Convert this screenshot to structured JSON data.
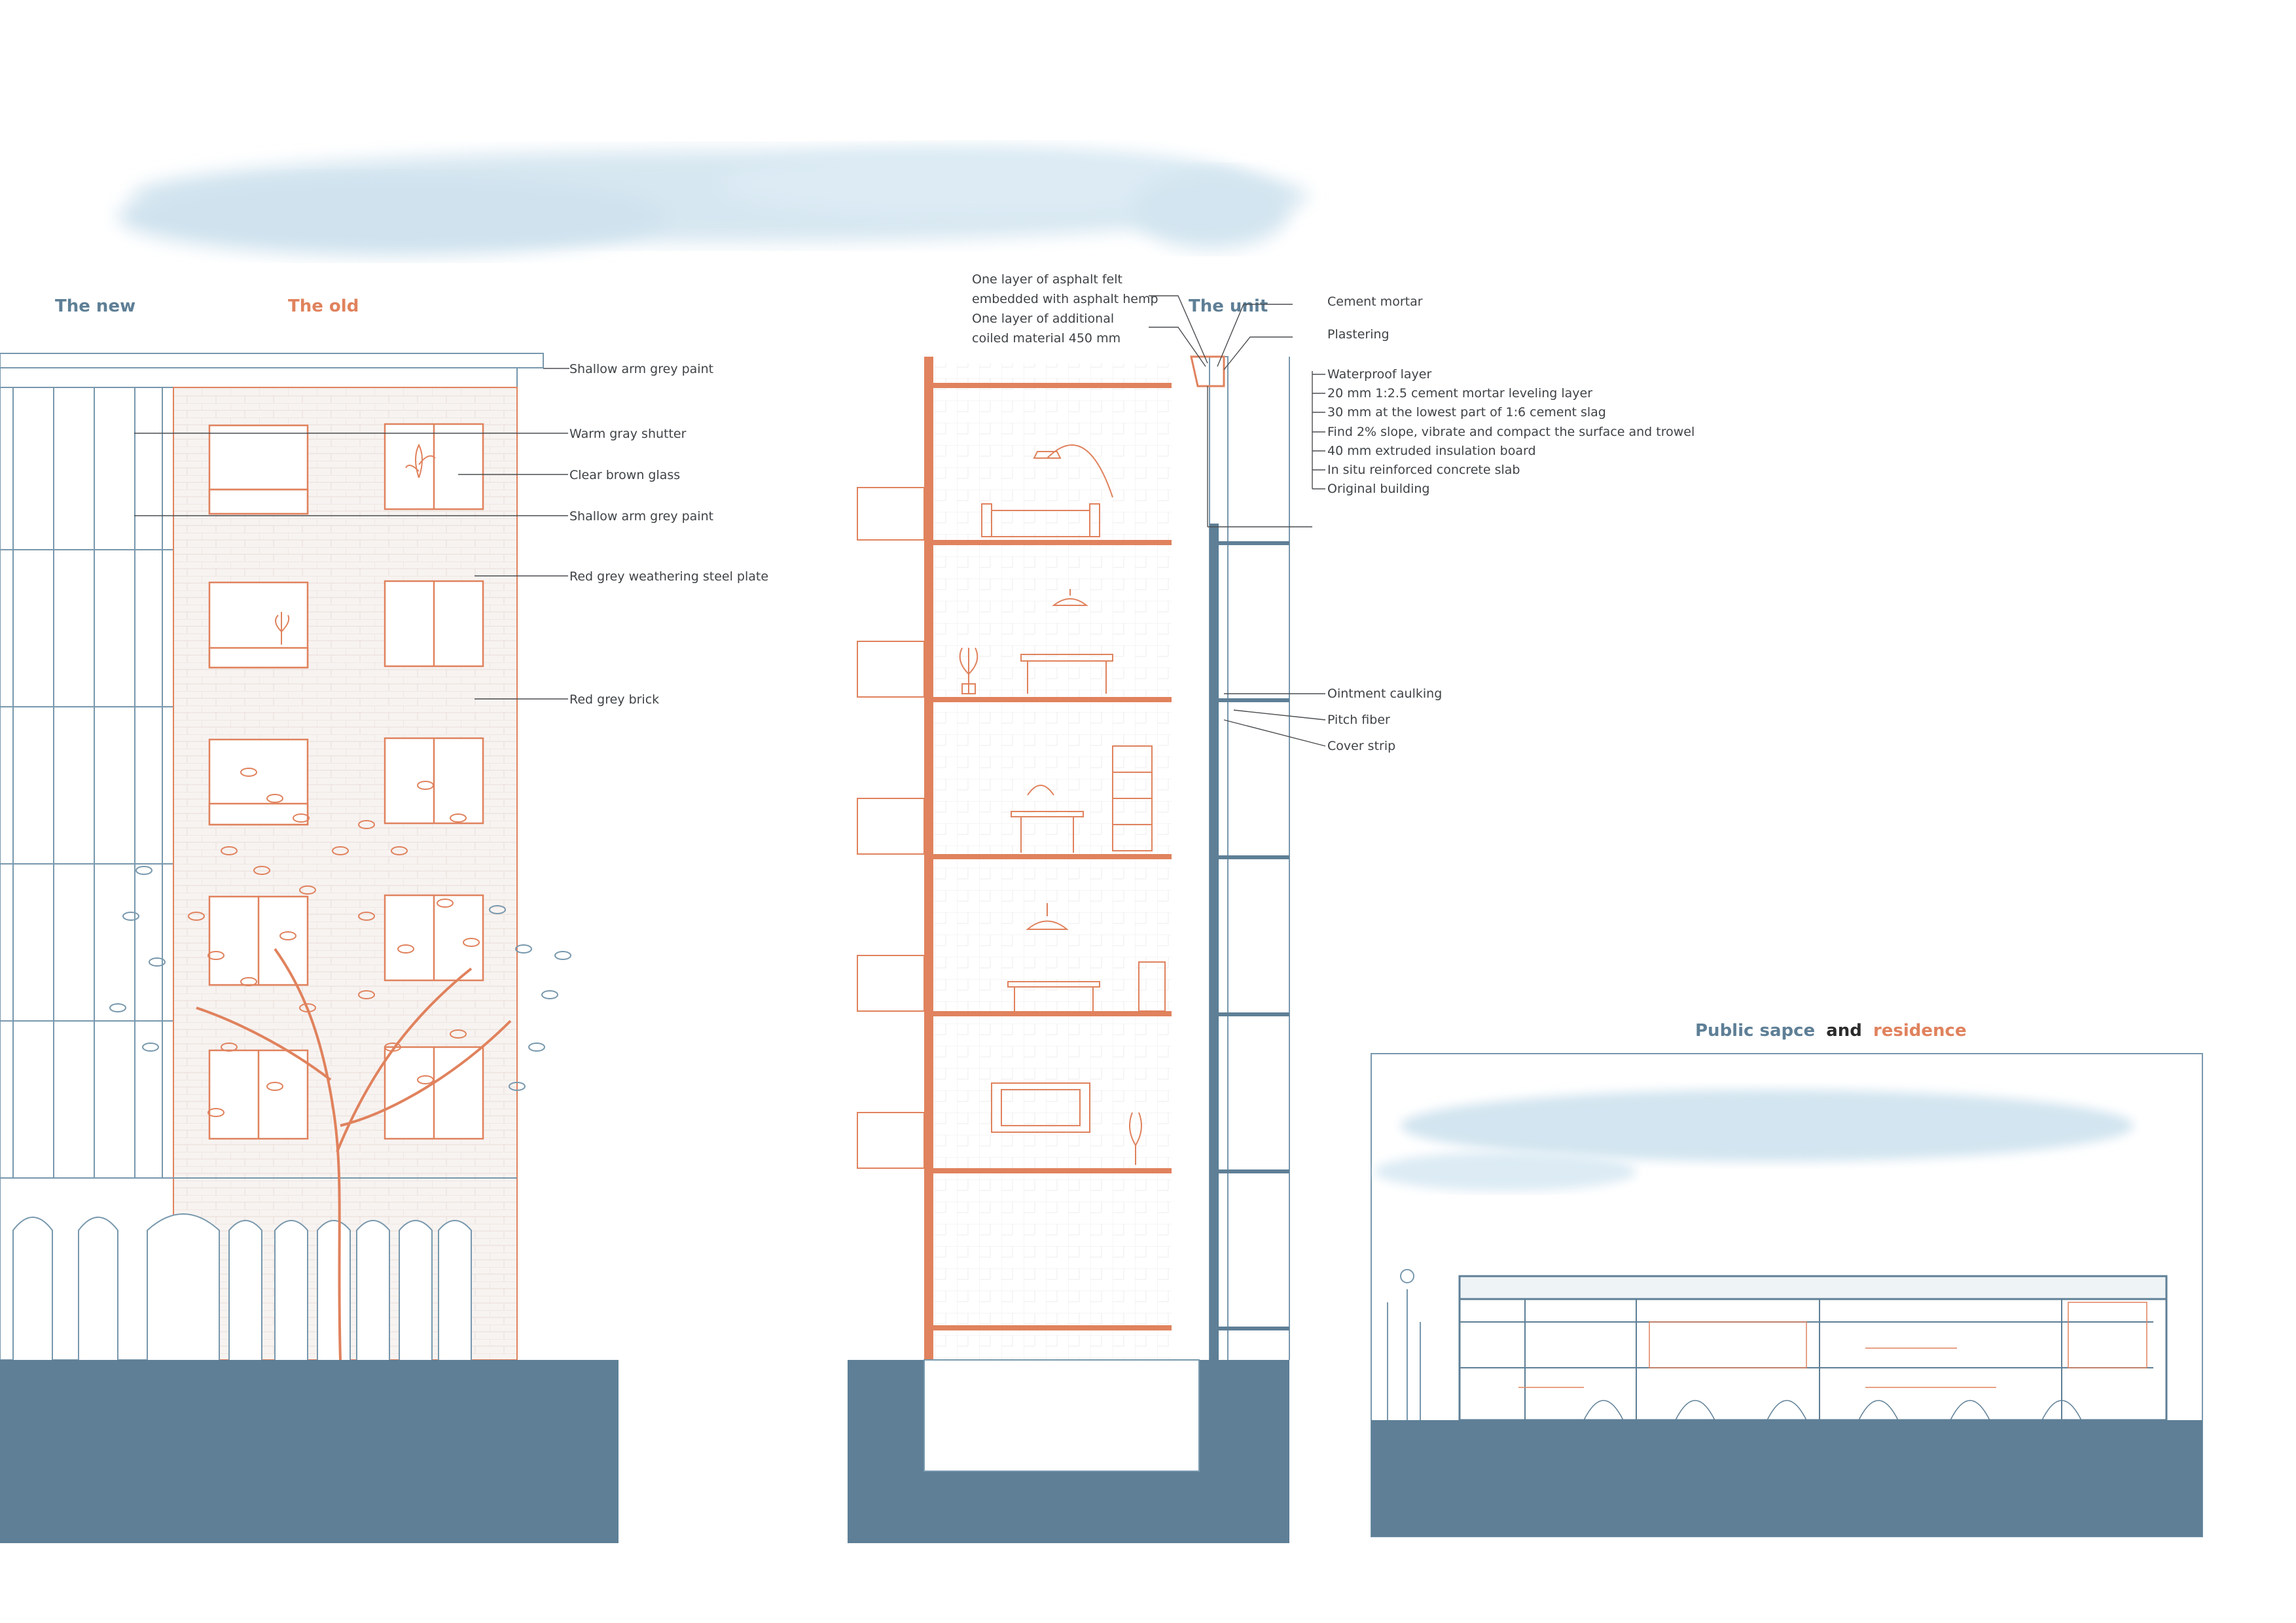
{
  "colors": {
    "blue": "#5e7f96",
    "orange": "#e0825d",
    "line_blue": "#7898ad",
    "sky": "#cfe2ee",
    "black": "#2b2b2b"
  },
  "headings": {
    "new": "The new",
    "old": "The old",
    "unit": "The unit",
    "public_part1": "Public sapce",
    "public_and": "and",
    "public_part2": "residence"
  },
  "elevation_labels": [
    "Shallow arm grey paint",
    "Warm gray shutter",
    "Clear brown glass",
    "Shallow arm grey paint",
    "Red grey weathering steel plate",
    "Red grey brick"
  ],
  "section_left_labels": [
    "One layer of asphalt felt",
    "embedded with asphalt hemp",
    "One layer of additional",
    "coiled material 450 mm"
  ],
  "roof_labels": [
    "Cement mortar",
    "Plastering"
  ],
  "roof_layers": [
    "Waterproof layer",
    "20 mm 1:2.5 cement mortar leveling layer",
    "30 mm at the lowest part of 1:6 cement slag",
    "Find 2% slope, vibrate and compact the surface and trowel",
    "40 mm extruded insulation board",
    "In situ reinforced concrete slab",
    "Original building"
  ],
  "joint_labels": [
    "Ointment caulking",
    "Pitch fiber",
    "Cover strip"
  ],
  "icons": [
    "potted-plant-icon",
    "tree-icon",
    "lamp-icon",
    "sofa-icon",
    "table-icon",
    "shelf-icon",
    "cloud-icon"
  ]
}
